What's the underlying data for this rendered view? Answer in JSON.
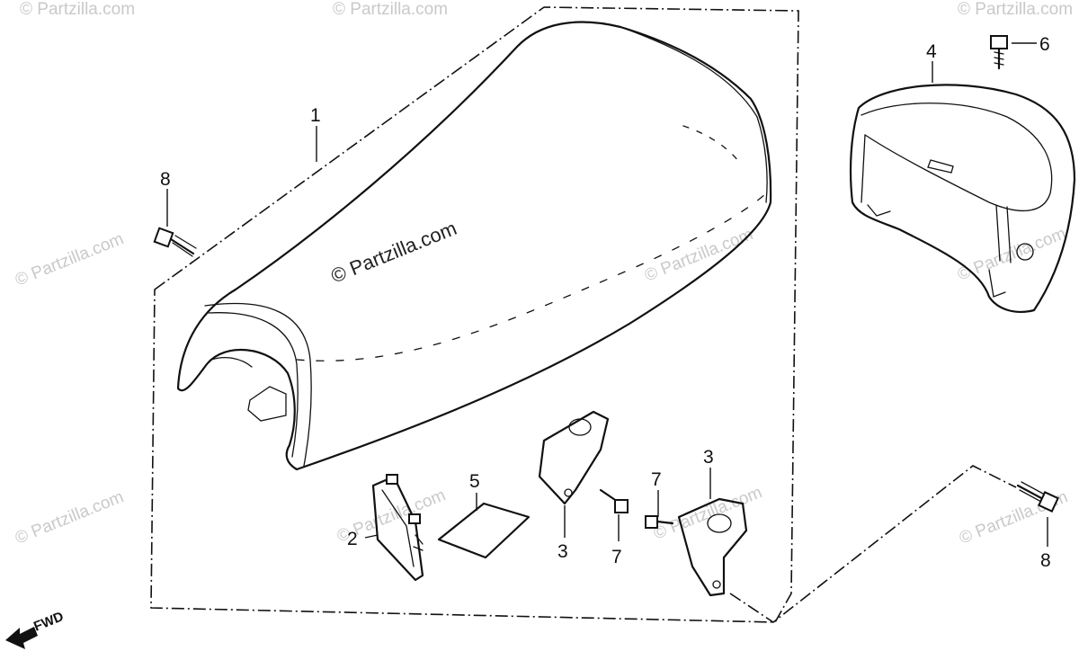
{
  "watermark": {
    "text": "© Partzilla.com"
  },
  "callouts": {
    "c1": "1",
    "c2": "2",
    "c3a": "3",
    "c3b": "3",
    "c4": "4",
    "c5": "5",
    "c6": "6",
    "c7a": "7",
    "c7b": "7",
    "c8a": "8",
    "c8b": "8"
  },
  "direction": {
    "label": "FWD"
  },
  "colors": {
    "ink": "#111111",
    "watermark": "#c9c9c9",
    "background": "#ffffff"
  }
}
